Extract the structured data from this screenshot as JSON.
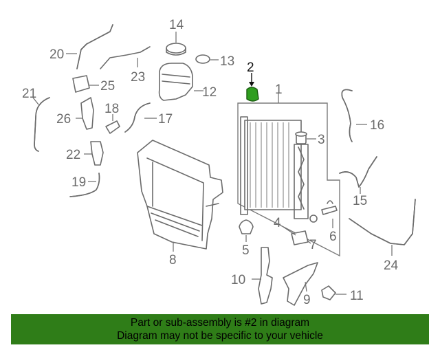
{
  "diagram": {
    "callouts": [
      "1",
      "2",
      "3",
      "4",
      "5",
      "6",
      "7",
      "8",
      "9",
      "10",
      "11",
      "12",
      "13",
      "14",
      "15",
      "16",
      "17",
      "18",
      "19",
      "20",
      "21",
      "22",
      "23",
      "24",
      "25",
      "26"
    ],
    "highlighted_callout": "2",
    "highlight_color": "#2f9e1f"
  },
  "banner": {
    "line1": "Part or sub-assembly is #2 in diagram",
    "line2": "Diagram may not be specific to your vehicle",
    "color": "#2f7d18"
  }
}
